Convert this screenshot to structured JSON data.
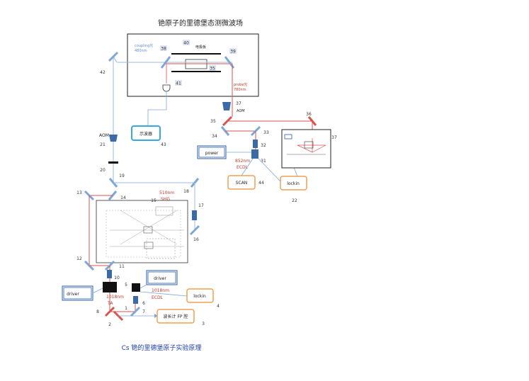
{
  "title": "铯原子的里德堡态测微波场",
  "caption": "Cs 铯的里德堡原子实验原理",
  "top_box": {
    "coupling_label": "coupling光",
    "coupling_wavelength": "480nm",
    "probe_label": "probe光",
    "probe_wavelength": "780nm",
    "electrode_label": "电极板"
  },
  "components": {
    "aom_upper": "AOM",
    "aom_lower": "AOM",
    "oscilloscope": "示波器",
    "power": "power",
    "ecdl_upper_wl": "852nm",
    "ecdl_upper": "ECDL",
    "scan": "SCAN",
    "lockin_upper": "lockin",
    "shg_wl": "510nm",
    "shg": "SHG",
    "driver_left": "driver",
    "driver_right": "driver",
    "ta_wl": "1018nm",
    "ta": "TA",
    "ecdl_lower_wl": "1018nm",
    "ecdl_lower": "ECDL",
    "lockin_lower": "lockin",
    "fp_cavity": "波长计 FP 腔"
  },
  "numbers": {
    "n1": "1",
    "n2": "2",
    "n3": "3",
    "n4": "4",
    "n5": "5",
    "n6": "6",
    "n7": "7",
    "n8": "8",
    "n10": "10",
    "n11": "11",
    "n12": "12",
    "n13": "13",
    "n14": "14",
    "n15": "15",
    "n16": "16",
    "n17": "17",
    "n18": "18",
    "n19": "19",
    "n20": "20",
    "n21": "21",
    "n22": "22",
    "n31": "31",
    "n32": "32",
    "n33": "33",
    "n34": "34",
    "n35a": "35",
    "n35b": "35",
    "n36": "36",
    "n37": "37",
    "n38": "38",
    "n39": "39",
    "n40": "40",
    "n41": "41",
    "n42": "42",
    "n43": "43",
    "n44": "44"
  },
  "colors": {
    "probe_beam": "#d9534f",
    "coupling_beam": "#9fbbe0",
    "mirror": "#7da7d9",
    "block": "#3a6aa8",
    "box_border": "#2e5fa8",
    "orange_box": "#f0a050",
    "scope_box": "#36a9e1",
    "caption": "#1f3fb0"
  }
}
